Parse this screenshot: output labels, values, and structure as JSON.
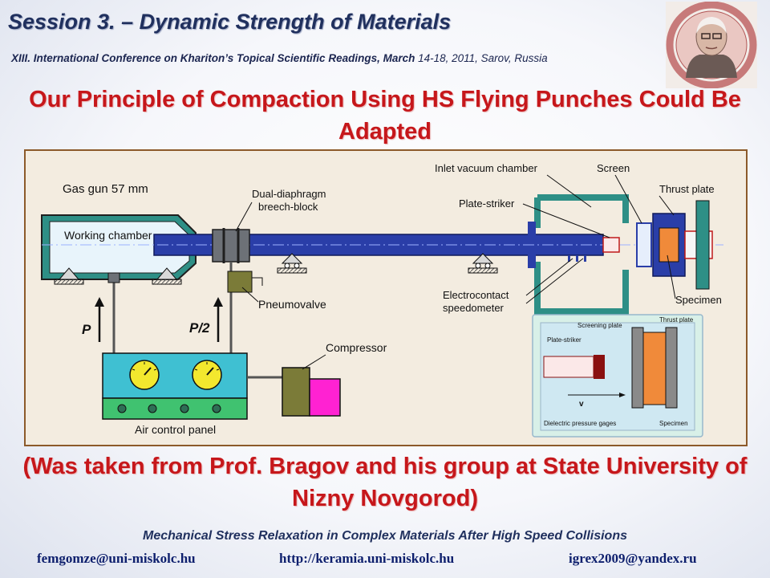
{
  "header": {
    "session_title": "Session 3. – Dynamic Strength of Materials",
    "conference_name": "XIII. International Conference on Khariton’s Topical Scientific Readings, March",
    "conference_date": " 14-18, 2011, Sarov, Russia"
  },
  "main_title": "Our Principle of Compaction Using HS Flying Punches Could Be Adapted",
  "diagram": {
    "labels": {
      "gas_gun": "Gas gun 57 mm",
      "working_chamber": "Working chamber",
      "breech_block_line1": "Dual-diaphragm",
      "breech_block_line2": "breech-block",
      "inlet_vacuum_chamber": "Inlet vacuum chamber",
      "screen": "Screen",
      "thrust_plate": "Thrust plate",
      "plate_striker": "Plate-striker",
      "pneumovalve": "Pneumovalve",
      "electrocontact_line1": "Electrocontact",
      "electrocontact_line2": "speedometer",
      "specimen": "Specimen",
      "force_p": "P",
      "force_p_half": "P/2",
      "compressor": "Compressor",
      "air_control_panel": "Air control panel"
    },
    "inset_labels": {
      "screening_plate": "Screening plate",
      "thrust_plate": "Thrust plate",
      "plate_striker": "Plate-striker",
      "velocity": "v",
      "dielectric_gages": "Dielectric pressure gages",
      "specimen": "Specimen"
    },
    "colors": {
      "tube": "#2a3ea8",
      "chamber": "#2e8f86",
      "panel": "#3fc0d2",
      "panel_base": "#40c270",
      "gauge": "#f3e82e",
      "compressor": "#7b7b38",
      "compressor_tank": "#ff22d2",
      "specimen": "#f08a3a"
    }
  },
  "source_note": "(Was taken from Prof. Bragov and his group at State University of Nizny Novgorod)",
  "footer": {
    "talk_title": "Mechanical Stress Relaxation in Complex Materials After High Speed Collisions",
    "email_1": "femgomze@uni-miskolc.hu",
    "website": "http://keramia.uni-miskolc.hu",
    "email_2": "igrex2009@yandex.ru"
  }
}
